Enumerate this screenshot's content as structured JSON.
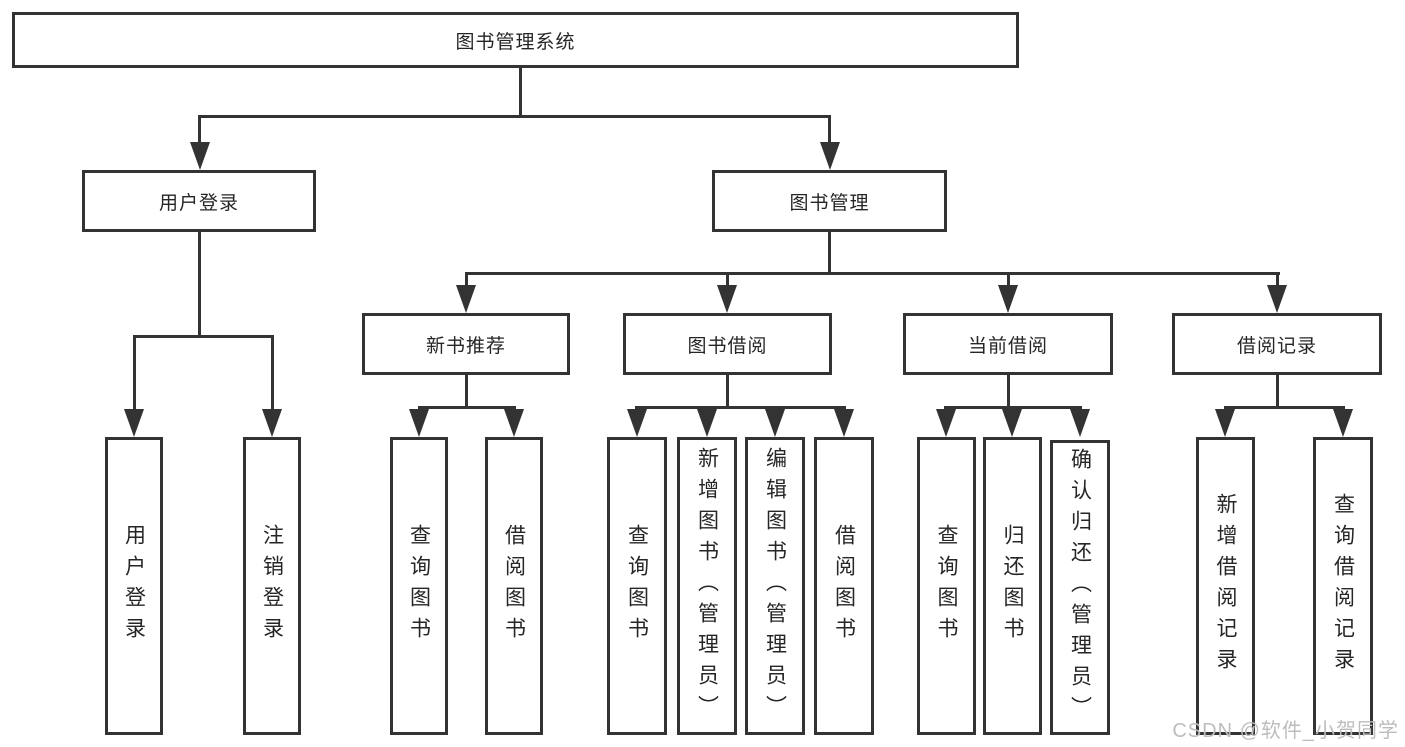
{
  "tree": {
    "label": "图书管理系统",
    "children": [
      {
        "label": "用户登录",
        "children": [
          {
            "label": "用户登录"
          },
          {
            "label": "注销登录"
          }
        ]
      },
      {
        "label": "图书管理",
        "children": [
          {
            "label": "新书推荐",
            "children": [
              {
                "label": "查询图书"
              },
              {
                "label": "借阅图书"
              }
            ]
          },
          {
            "label": "图书借阅",
            "children": [
              {
                "label": "查询图书"
              },
              {
                "label": "新增图书（管理员）"
              },
              {
                "label": "编辑图书（管理员）"
              },
              {
                "label": "借阅图书"
              }
            ]
          },
          {
            "label": "当前借阅",
            "children": [
              {
                "label": "查询图书"
              },
              {
                "label": "归还图书"
              },
              {
                "label": "确认归还（管理员）"
              }
            ]
          },
          {
            "label": "借阅记录",
            "children": [
              {
                "label": "新增借阅记录"
              },
              {
                "label": "查询借阅记录"
              }
            ]
          }
        ]
      }
    ]
  },
  "watermark": {
    "text": "CSDN @软件_小贺同学"
  },
  "colors": {
    "line": "#333333",
    "text": "#262626",
    "background": "#ffffff",
    "watermark": "#bdbdbd"
  }
}
